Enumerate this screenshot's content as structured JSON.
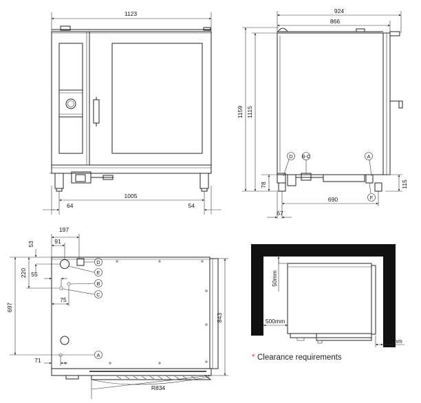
{
  "front_view": {
    "width_total": "1123",
    "width_feet": "1005",
    "offset_left": "64",
    "offset_right": "54"
  },
  "side_view": {
    "depth_total": "924",
    "depth_body": "866",
    "height_total": "1159",
    "height_body": "1115",
    "height_feet": "78",
    "height_feet_right": "115",
    "depth_feet": "690",
    "offset_front": "67",
    "labels": {
      "D": "D",
      "BC": "B-C",
      "A": "A",
      "F": "F"
    }
  },
  "plan_view": {
    "width_197": "197",
    "width_91": "91",
    "top_53": "53",
    "left_220": "220",
    "left_55": "55",
    "left_75": "75",
    "height_697": "697",
    "depth_843": "843",
    "left_71": "71",
    "radius": "R834",
    "labels": {
      "D": "D",
      "E": "E",
      "B": "B",
      "C": "C",
      "A": "A"
    }
  },
  "clearance": {
    "top": "50mm",
    "left": "500mm",
    "right": "50mm",
    "note_star": "*",
    "note": "Clearance requirements"
  }
}
